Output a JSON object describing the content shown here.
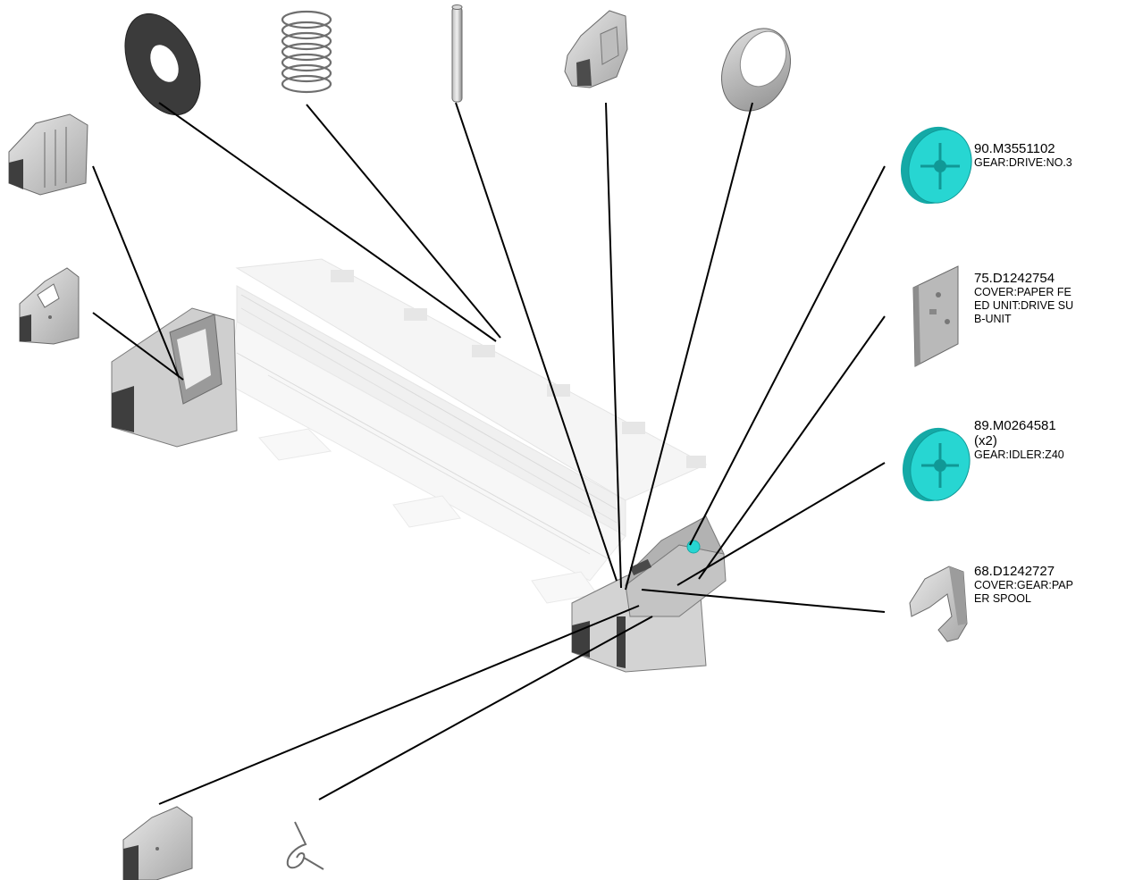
{
  "callouts": [
    {
      "part_number": "90.M3551102",
      "qty": "",
      "description": "GEAR:DRIVE:NO.3"
    },
    {
      "part_number": "75.D1242754",
      "qty": "",
      "description": "COVER:PAPER FE\nED UNIT:DRIVE SU\nB-UNIT"
    },
    {
      "part_number": "89.M0264581",
      "qty": "(x2)",
      "description": "GEAR:IDLER:Z40"
    },
    {
      "part_number": "68.D1242727",
      "qty": "",
      "description": "COVER:GEAR:PAP\nER SPOOL"
    }
  ],
  "colors": {
    "gear": "#27d6d2",
    "gear_dark": "#14a9a6",
    "part_light": "#d8d8d8",
    "part_mid": "#a9a9a9",
    "part_dark": "#5e5e5e",
    "ghost": "#dcdcdc",
    "leader": "#000000"
  }
}
